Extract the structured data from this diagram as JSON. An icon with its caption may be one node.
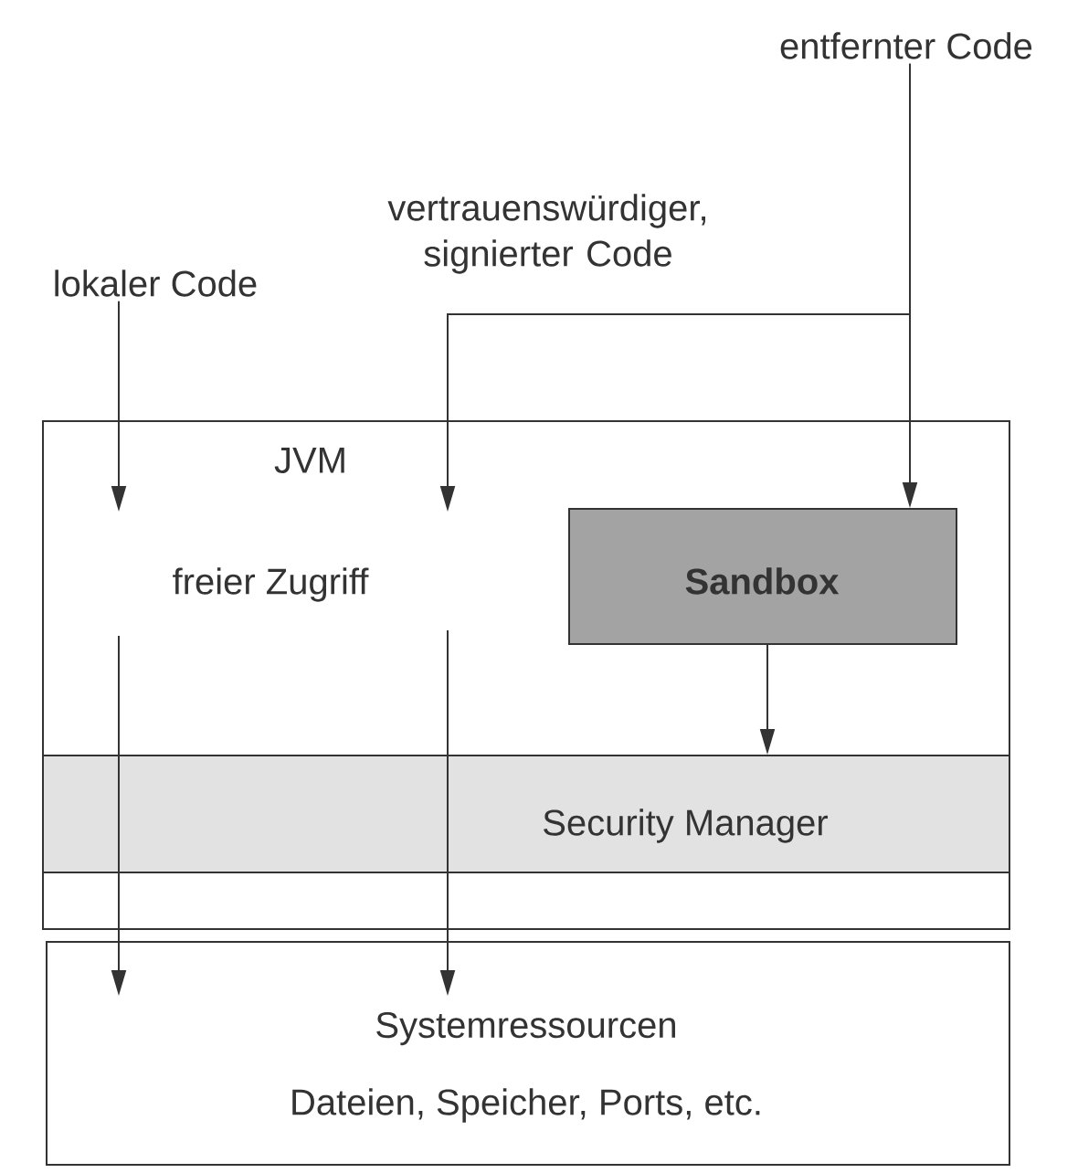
{
  "diagram": {
    "nodes": [
      {
        "text": [
          "lokaler Code"
        ]
      },
      {
        "text": [
          "entfernter Code"
        ]
      },
      {
        "text": [
          "JVM"
        ]
      },
      {
        "text": [
          "Sandbox"
        ],
        "in": 2
      },
      {
        "text": [
          "Security Manager"
        ],
        "in": 2
      },
      {
        "text": [
          "Systemressourcen",
          "Dateien, Speicher, Ports, etc."
        ]
      }
    ],
    "edges": [
      {
        "from": 0,
        "to": 2,
        "arrow": "to"
      },
      {
        "from": 1,
        "to": 2,
        "arrow": "to",
        "label": "vertrauenswürdiger, signierter Code"
      },
      {
        "from": 1,
        "to": 3,
        "arrow": "to"
      },
      {
        "from": 3,
        "to": 4,
        "arrow": "to"
      },
      {
        "from": null,
        "to": 5,
        "arrow": "to"
      },
      {
        "from": null,
        "to": 5,
        "arrow": "to"
      }
    ],
    "labels": [
      "freier Zugriff"
    ]
  }
}
